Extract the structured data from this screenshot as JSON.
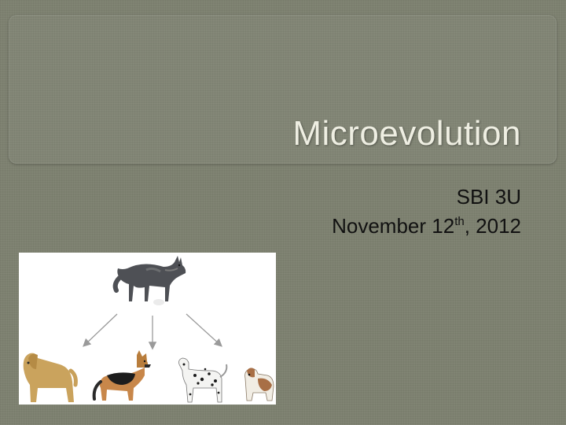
{
  "slide": {
    "title": "Microevolution",
    "subtitle_line1": "SBI 3U",
    "date_part1": "November 12",
    "date_sup": "th",
    "date_part2": ", 2012"
  },
  "figure": {
    "ancestor_icon": "wolf-icon",
    "descendant_icons": [
      "briard-dog-icon",
      "german-shepherd-icon",
      "dalmatian-icon",
      "bulldog-icon"
    ],
    "colors": {
      "arrow": "#9a9a9a",
      "background": "#ffffff",
      "slide_bg": "#7d8170",
      "title_text": "#eeeee2"
    }
  }
}
